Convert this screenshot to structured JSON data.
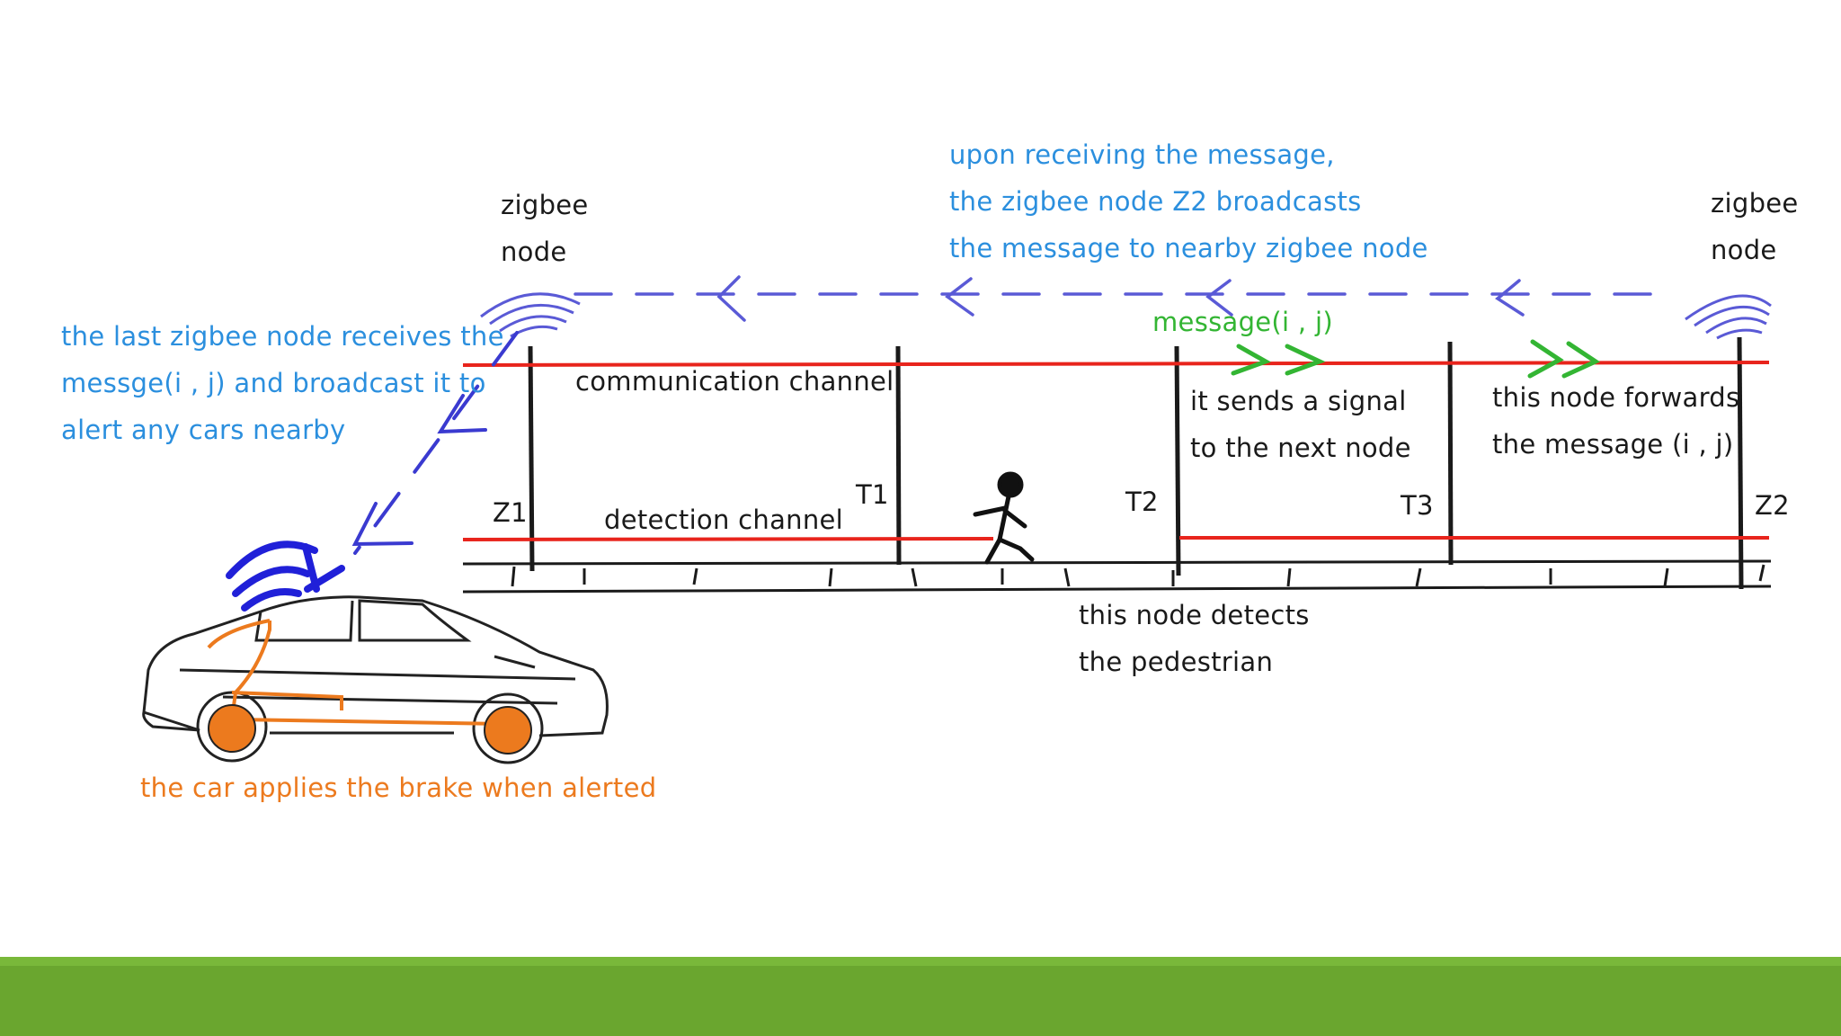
{
  "labels": {
    "zigbee_left": [
      "zigbee",
      "node"
    ],
    "zigbee_right": [
      "zigbee",
      "node"
    ],
    "upon": [
      "upon receiving the message,",
      "the zigbee node Z2 broadcasts",
      "the message to nearby zigbee node"
    ],
    "last_node": [
      "the last zigbee node receives the",
      "messge(i , j) and broadcast it to",
      "alert any cars nearby"
    ],
    "message": "message(i , j)",
    "comm_channel": "communication channel",
    "detection_channel": "detection channel",
    "sends": [
      "it sends a signal",
      "to the next node"
    ],
    "forwards": [
      "this node forwards",
      "the message (i , j)"
    ],
    "detects": [
      "this node detects",
      "the pedestrian"
    ],
    "car": "the car applies the brake when alerted",
    "nodes": {
      "z1": "Z1",
      "t1": "T1",
      "t2": "T2",
      "t3": "T3",
      "z2": "Z2"
    }
  },
  "colors": {
    "text": "#1a1a1a",
    "blue_text": "#2b8fde",
    "arrow_blue": "#5a5ad6",
    "channel_red": "#e8241c",
    "green": "#33b533",
    "orange": "#ec7a1e",
    "footer": "#6aa62f"
  }
}
